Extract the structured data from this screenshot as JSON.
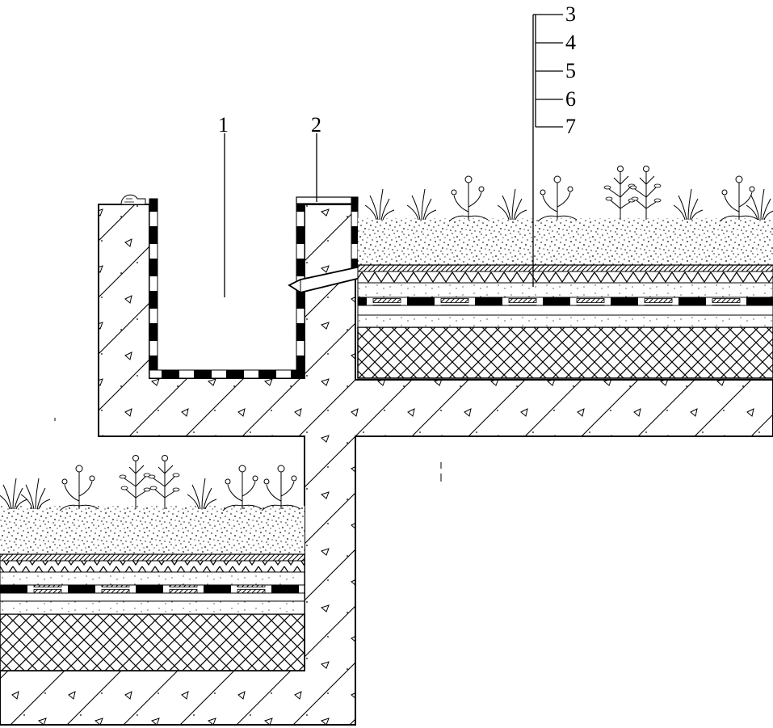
{
  "callouts": {
    "c1": "1",
    "c2": "2",
    "c3": "3",
    "c4": "4",
    "c5": "5",
    "c6": "6",
    "c7": "7"
  },
  "colors": {
    "ink": "#000000",
    "paper": "#ffffff",
    "fill_gray": "#d9d9d9"
  }
}
